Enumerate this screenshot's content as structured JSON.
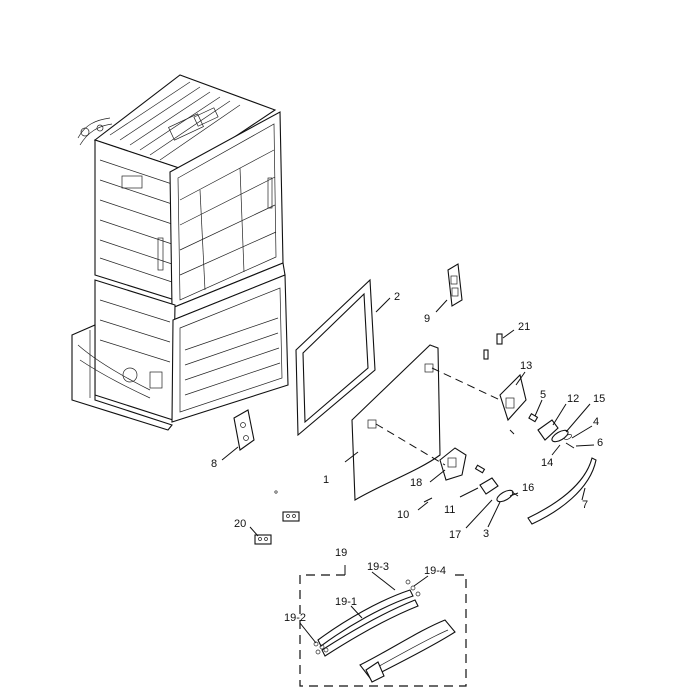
{
  "diagram": {
    "labels": {
      "p1": "1",
      "p2": "2",
      "p3": "3",
      "p4": "4",
      "p5": "5",
      "p6": "6",
      "p7": "7",
      "p8": "8",
      "p9": "9",
      "p10": "10",
      "p11": "11",
      "p12": "12",
      "p13": "13",
      "p14": "14",
      "p15": "15",
      "p16": "16",
      "p17": "17",
      "p18": "18",
      "p19": "19",
      "p19_1": "19-1",
      "p19_2": "19-2",
      "p19_3": "19-3",
      "p19_4": "19-4",
      "p20": "20",
      "p21": "21"
    }
  }
}
